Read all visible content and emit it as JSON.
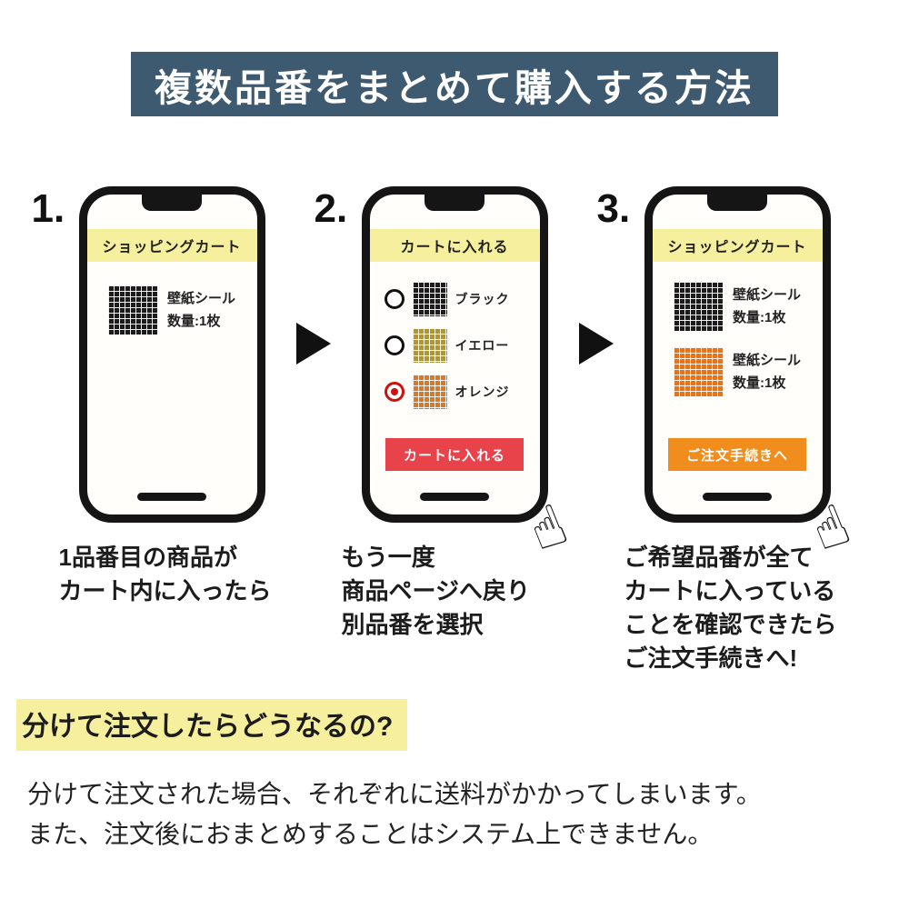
{
  "colors": {
    "banner_bg": "#3e5a70",
    "screen_header_bg": "#f6ef9e",
    "highlight_bg": "#f6ef9e",
    "swatch_black": "#1c1c1c",
    "swatch_yellow": "#b3952d",
    "swatch_orange": "#e2761e",
    "add_to_cart_button_bg": "#e8434b",
    "checkout_button_bg": "#f08d1d",
    "radio_selected": "#cc1111"
  },
  "banner": {
    "title": "複数品番をまとめて購入する方法"
  },
  "steps": [
    {
      "number": "1.",
      "screen_title": "ショッピングカート",
      "items": [
        {
          "name": "壁紙シール",
          "qty": "数量:1枚"
        }
      ],
      "caption": "1品番目の商品が\nカート内に入ったら"
    },
    {
      "number": "2.",
      "screen_title": "カートに入れる",
      "options": [
        {
          "label": "ブラック",
          "selected": false
        },
        {
          "label": "イエロー",
          "selected": false
        },
        {
          "label": "オレンジ",
          "selected": true
        }
      ],
      "button_label": "カートに入れる",
      "caption": "もう一度\n商品ページへ戻り\n別品番を選択"
    },
    {
      "number": "3.",
      "screen_title": "ショッピングカート",
      "items": [
        {
          "name": "壁紙シール",
          "qty": "数量:1枚"
        },
        {
          "name": "壁紙シール",
          "qty": "数量:1枚"
        }
      ],
      "button_label": "ご注文手続きへ",
      "caption": "ご希望品番が全て\nカートに入っている\nことを確認できたら\nご注文手続きへ!"
    }
  ],
  "footer": {
    "question": "分けて注文したらどうなるの?",
    "note": "分けて注文された場合、それぞれに送料がかかってしまいます。\nまた、注文後におまとめすることはシステム上できません。"
  },
  "icons": {
    "hand_cursor": "☝"
  }
}
